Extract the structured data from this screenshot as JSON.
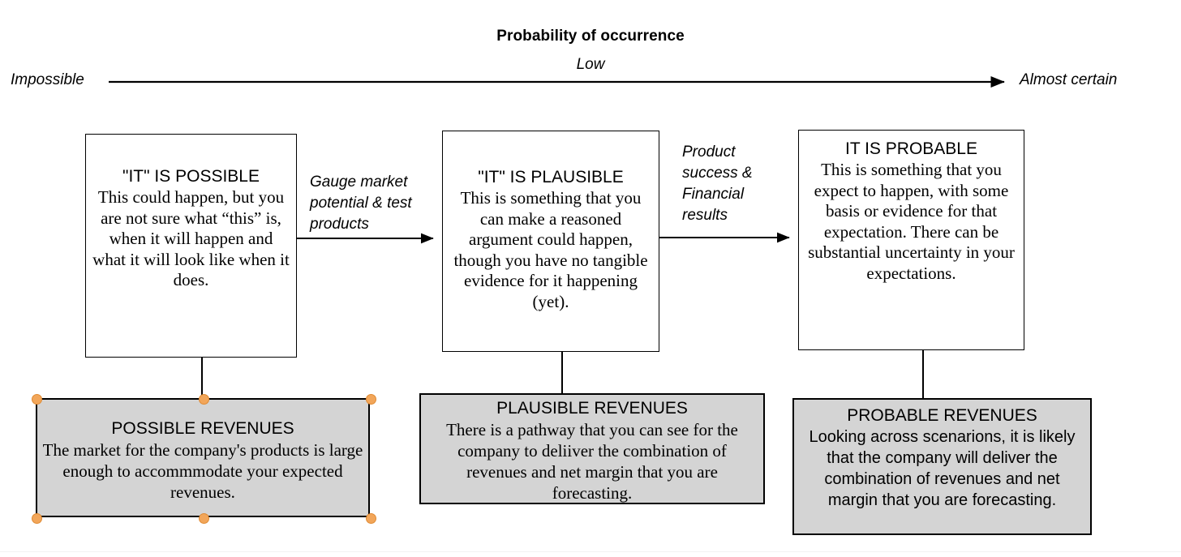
{
  "axis": {
    "title": "Probability of occurrence",
    "mid_label": "Low",
    "left_label": "Impossible",
    "right_label": "Almost certain"
  },
  "stages": [
    {
      "title": "\"IT\" IS POSSIBLE",
      "body": "This could happen, but you are not sure what “this” is, when it will happen and what it will look like when it does."
    },
    {
      "title": "\"IT\" IS PLAUSIBLE",
      "body": "This is something that you can make a reasoned argument could happen, though you have no tangible evidence for it happening (yet)."
    },
    {
      "title": "IT IS PROBABLE",
      "body": "This is something that you expect to happen, with some basis or evidence for that expectation. There can be substantial uncertainty in your expectations."
    }
  ],
  "transitions": [
    {
      "caption": "Gauge market\npotential & test\nproducts"
    },
    {
      "caption": "Product\nsuccess &\nFinancial\nresults"
    }
  ],
  "revenues": [
    {
      "title": "POSSIBLE REVENUES",
      "body": "The market for the company's products is large enough to accommmodate your expected revenues.",
      "selected": true
    },
    {
      "title": "PLAUSIBLE REVENUES",
      "body": "There is a pathway that you can see for the company to deliiver the combination of revenues and net margin that you are forecasting.",
      "selected": false
    },
    {
      "title": "PROBABLE REVENUES",
      "body": "Looking across scenarions, it is likely that the company will deliver the combination of revenues and net margin that you are forecasting.",
      "selected": false
    }
  ],
  "colors": {
    "revenue_fill": "#d4d4d4",
    "selection_handle": "#f2a65a",
    "stroke": "#000000",
    "background": "#ffffff"
  }
}
